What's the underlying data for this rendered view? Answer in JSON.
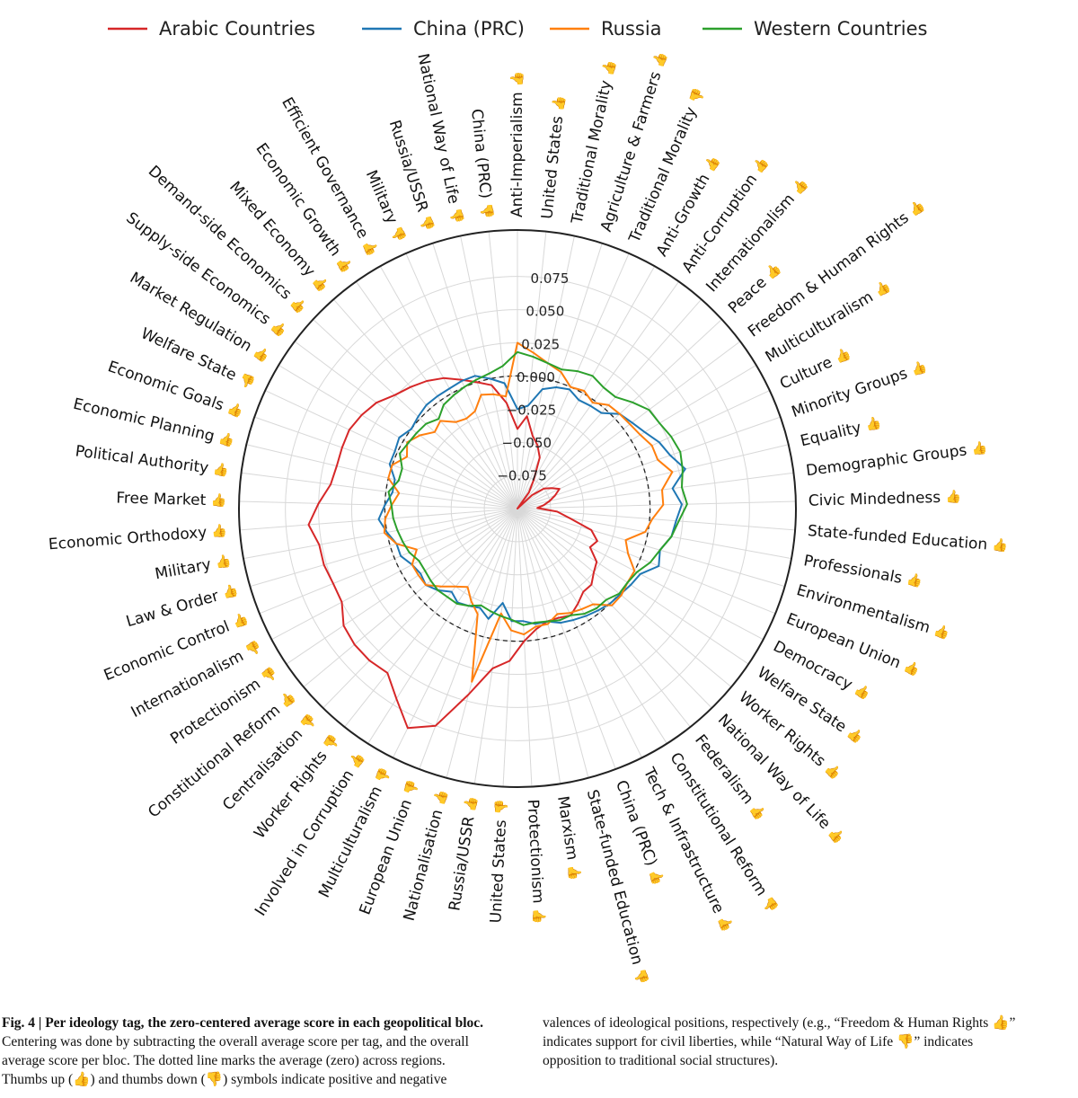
{
  "chart_data": {
    "type": "radar",
    "legend_position": "top",
    "grid": true,
    "radial_ticks": [
      "0.075",
      "0.050",
      "0.025",
      "0.000",
      "−0.025",
      "−0.050",
      "−0.075"
    ],
    "radial_tick_values": [
      0.075,
      0.05,
      0.025,
      0.0,
      -0.025,
      -0.05,
      -0.075
    ],
    "rlim": [
      -0.1,
      0.11
    ],
    "reference_line": {
      "value": 0.0,
      "style": "dashed"
    },
    "categories": [
      {
        "label": "Anti-Imperialism",
        "valence": "up"
      },
      {
        "label": "United States",
        "valence": "up"
      },
      {
        "label": "Traditional Morality",
        "valence": "up"
      },
      {
        "label": "Agriculture & Farmers",
        "valence": "up"
      },
      {
        "label": "Traditional Morality",
        "valence": "down"
      },
      {
        "label": "Anti-Growth",
        "valence": "up"
      },
      {
        "label": "Anti-Corruption",
        "valence": "up"
      },
      {
        "label": "Internationalism",
        "valence": "up"
      },
      {
        "label": "Peace",
        "valence": "up"
      },
      {
        "label": "Freedom & Human Rights",
        "valence": "up"
      },
      {
        "label": "Multiculturalism",
        "valence": "up"
      },
      {
        "label": "Culture",
        "valence": "up"
      },
      {
        "label": "Minority Groups",
        "valence": "up"
      },
      {
        "label": "Equality",
        "valence": "up"
      },
      {
        "label": "Demographic Groups",
        "valence": "up"
      },
      {
        "label": "Civic Mindedness",
        "valence": "up"
      },
      {
        "label": "State-funded Education",
        "valence": "up"
      },
      {
        "label": "Professionals",
        "valence": "up"
      },
      {
        "label": "Environmentalism",
        "valence": "up"
      },
      {
        "label": "European Union",
        "valence": "up"
      },
      {
        "label": "Democracy",
        "valence": "up"
      },
      {
        "label": "Welfare State",
        "valence": "up"
      },
      {
        "label": "Worker Rights",
        "valence": "up"
      },
      {
        "label": "National Way of Life",
        "valence": "up"
      },
      {
        "label": "Federalism",
        "valence": "up"
      },
      {
        "label": "Constitutional Reform",
        "valence": "down"
      },
      {
        "label": "Tech & Infrastructure",
        "valence": "up"
      },
      {
        "label": "China (PRC)",
        "valence": "up"
      },
      {
        "label": "State-funded Education",
        "valence": "down"
      },
      {
        "label": "Marxism",
        "valence": "up"
      },
      {
        "label": "Protectionism",
        "valence": "up"
      },
      {
        "label": "United States",
        "valence": "down"
      },
      {
        "label": "Russia/USSR",
        "valence": "up"
      },
      {
        "label": "Nationalisation",
        "valence": "up"
      },
      {
        "label": "European Union",
        "valence": "down"
      },
      {
        "label": "Multiculturalism",
        "valence": "down"
      },
      {
        "label": "Involved in Corruption",
        "valence": "up"
      },
      {
        "label": "Worker Rights",
        "valence": "down"
      },
      {
        "label": "Centralisation",
        "valence": "down"
      },
      {
        "label": "Constitutional Reform",
        "valence": "up"
      },
      {
        "label": "Protectionism",
        "valence": "down"
      },
      {
        "label": "Internationalism",
        "valence": "down"
      },
      {
        "label": "Economic Control",
        "valence": "up"
      },
      {
        "label": "Law & Order",
        "valence": "up"
      },
      {
        "label": "Military",
        "valence": "up"
      },
      {
        "label": "Economic Orthodoxy",
        "valence": "up"
      },
      {
        "label": "Free Market",
        "valence": "up"
      },
      {
        "label": "Political Authority",
        "valence": "up"
      },
      {
        "label": "Economic Planning",
        "valence": "up"
      },
      {
        "label": "Economic Goals",
        "valence": "up"
      },
      {
        "label": "Welfare State",
        "valence": "down"
      },
      {
        "label": "Market Regulation",
        "valence": "up"
      },
      {
        "label": "Supply-side Economics",
        "valence": "up"
      },
      {
        "label": "Demand-side Economics",
        "valence": "up"
      },
      {
        "label": "Mixed Economy",
        "valence": "up"
      },
      {
        "label": "Economic Growth",
        "valence": "up"
      },
      {
        "label": "Efficient Governance",
        "valence": "up"
      },
      {
        "label": "Military",
        "valence": "down"
      },
      {
        "label": "Russia/USSR",
        "valence": "down"
      },
      {
        "label": "National Way of Life",
        "valence": "down"
      },
      {
        "label": "China (PRC)",
        "valence": "down"
      }
    ],
    "series": [
      {
        "name": "Arabic Countries",
        "color": "#d62728",
        "values": [
          -0.04,
          -0.03,
          -0.044,
          -0.05,
          -0.058,
          -0.075,
          -0.085,
          -0.1,
          -0.085,
          -0.075,
          -0.07,
          -0.065,
          -0.07,
          -0.075,
          -0.08,
          -0.085,
          -0.07,
          -0.06,
          -0.042,
          -0.035,
          -0.038,
          -0.028,
          -0.025,
          -0.02,
          -0.02,
          -0.015,
          -0.01,
          -0.012,
          -0.012,
          -0.008,
          0.0,
          0.015,
          0.022,
          0.045,
          0.075,
          0.085,
          0.07,
          0.058,
          0.06,
          0.06,
          0.058,
          0.05,
          0.05,
          0.052,
          0.052,
          0.058,
          0.05,
          0.042,
          0.04,
          0.04,
          0.04,
          0.037,
          0.033,
          0.026,
          0.022,
          0.018,
          0.013,
          0.006,
          0.0,
          -0.005,
          -0.02
        ]
      },
      {
        "name": "China (PRC)",
        "color": "#1f77b4",
        "values": [
          -0.025,
          -0.022,
          -0.008,
          -0.004,
          -0.002,
          -0.006,
          -0.005,
          -0.004,
          0.005,
          0.008,
          0.012,
          0.018,
          0.022,
          0.03,
          0.018,
          0.024,
          0.02,
          0.018,
          0.012,
          0.015,
          0.005,
          0.003,
          0.001,
          0.0,
          -0.002,
          -0.004,
          -0.006,
          -0.008,
          -0.012,
          -0.012,
          -0.015,
          -0.015,
          -0.028,
          -0.014,
          -0.02,
          -0.018,
          -0.016,
          -0.02,
          -0.014,
          -0.01,
          -0.012,
          -0.01,
          -0.005,
          -0.005,
          0.0,
          0.005,
          0.0,
          -0.005,
          -0.005,
          0.002,
          0.002,
          0.004,
          0.0,
          0.002,
          0.004,
          0.004,
          0.004,
          0.005,
          0.005,
          0.0,
          -0.005
        ]
      },
      {
        "name": "Russia",
        "color": "#ff7f0e",
        "values": [
          0.025,
          0.018,
          0.012,
          0.008,
          0.0,
          0.002,
          -0.002,
          0.004,
          0.005,
          0.006,
          0.008,
          0.012,
          0.012,
          0.02,
          0.01,
          0.01,
          0.002,
          -0.002,
          -0.015,
          -0.01,
          0.0,
          0.0,
          0.002,
          0.002,
          -0.008,
          -0.01,
          -0.012,
          -0.015,
          -0.01,
          -0.01,
          -0.005,
          -0.008,
          -0.02,
          0.035,
          -0.015,
          -0.022,
          -0.03,
          -0.025,
          -0.018,
          -0.01,
          -0.01,
          -0.01,
          -0.018,
          -0.005,
          0.002,
          0.0,
          -0.005,
          -0.01,
          0.0,
          0.0,
          -0.008,
          -0.003,
          -0.008,
          -0.015,
          -0.012,
          -0.02,
          -0.022,
          -0.02,
          -0.01,
          -0.012,
          -0.015
        ]
      },
      {
        "name": "Western Countries",
        "color": "#2ca02c",
        "values": [
          0.018,
          0.015,
          0.012,
          0.01,
          0.013,
          0.015,
          0.012,
          0.012,
          0.018,
          0.024,
          0.025,
          0.028,
          0.03,
          0.028,
          0.025,
          0.028,
          0.022,
          0.018,
          0.012,
          0.008,
          0.002,
          0.0,
          0.0,
          -0.004,
          -0.004,
          -0.006,
          -0.01,
          -0.01,
          -0.012,
          -0.013,
          -0.012,
          -0.016,
          -0.018,
          -0.02,
          -0.022,
          -0.018,
          -0.015,
          -0.015,
          -0.014,
          -0.015,
          -0.016,
          -0.016,
          -0.012,
          -0.01,
          -0.008,
          -0.006,
          -0.005,
          -0.002,
          -0.008,
          -0.008,
          -0.002,
          -0.004,
          -0.005,
          -0.006,
          -0.01,
          -0.004,
          -0.002,
          0.0,
          0.002,
          0.004,
          0.008
        ]
      }
    ]
  },
  "caption": {
    "fig_label": "Fig. 4 | Per ideology tag, the zero-centered average score in each geopolitical bloc.",
    "lines_left": [
      "Centering was done by subtracting the overall average score per tag, and the overall",
      "average score per bloc. The dotted line marks the average (zero) across regions.",
      "Thumbs up (👍) and thumbs down (👎) symbols indicate positive and negative"
    ],
    "lines_right": [
      "valences of ideological positions, respectively (e.g., “Freedom & Human Rights 👍”",
      "indicates support for civil liberties, while “Natural Way of Life 👎” indicates",
      "opposition to traditional social structures)."
    ]
  }
}
